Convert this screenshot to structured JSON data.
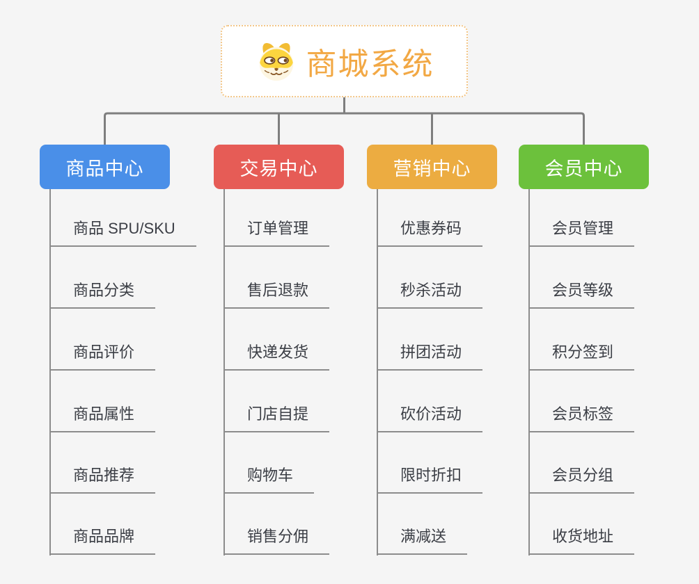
{
  "root": {
    "title": "商城系统",
    "icon": "dog-face-icon"
  },
  "branches": [
    {
      "label": "商品中心",
      "color": "#4a8fe8",
      "items": [
        "商品 SPU/SKU",
        "商品分类",
        "商品评价",
        "商品属性",
        "商品推荐",
        "商品品牌"
      ]
    },
    {
      "label": "交易中心",
      "color": "#e65c56",
      "items": [
        "订单管理",
        "售后退款",
        "快递发货",
        "门店自提",
        "购物车",
        "销售分佣"
      ]
    },
    {
      "label": "营销中心",
      "color": "#ecac41",
      "items": [
        "优惠券码",
        "秒杀活动",
        "拼团活动",
        "砍价活动",
        "限时折扣",
        "满减送"
      ]
    },
    {
      "label": "会员中心",
      "color": "#6cc13c",
      "items": [
        "会员管理",
        "会员等级",
        "积分签到",
        "会员标签",
        "会员分组",
        "收货地址"
      ]
    }
  ],
  "colors": {
    "canvas_background": "#f5f5f5",
    "root_background": "#ffffff",
    "root_border": "#f3c687",
    "root_title": "#f2a844",
    "branch_text": "#ffffff",
    "leaf_text": "#3b3e45",
    "connector_line": "#7e7e7e",
    "underline": "#8c8c8c"
  }
}
